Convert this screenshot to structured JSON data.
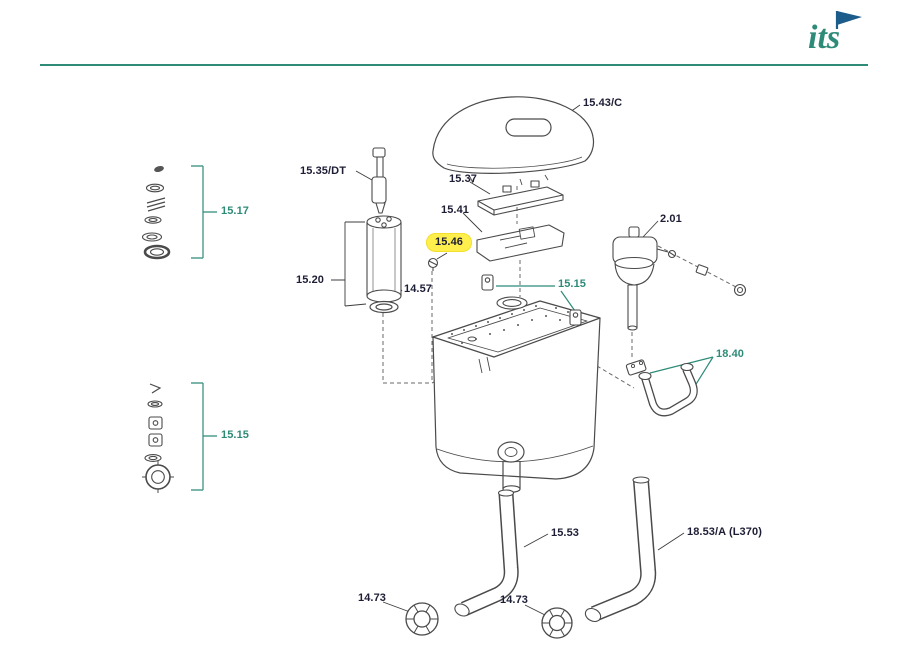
{
  "colors": {
    "accent_teal": "#2E8B78",
    "label_dark": "#1D1D35",
    "highlight_yellow": "#FFEF4D",
    "line_gray": "#4A4A4A"
  },
  "header": {
    "logo_text": "its"
  },
  "diagram": {
    "highlighted_part": "15.46",
    "labels": [
      {
        "part": "15.43/C",
        "text": "15.43/C",
        "style": "dark"
      },
      {
        "part": "15.35/DT",
        "text": "15.35/DT",
        "style": "dark"
      },
      {
        "part": "15.37",
        "text": "15.37",
        "style": "dark"
      },
      {
        "part": "15.41",
        "text": "15.41",
        "style": "dark"
      },
      {
        "part": "2.01",
        "text": "2.01",
        "style": "dark"
      },
      {
        "part": "15.46",
        "text": "15.46",
        "style": "dark-highlighted"
      },
      {
        "part": "15.20",
        "text": "15.20",
        "style": "dark"
      },
      {
        "part": "14.57",
        "text": "14.57",
        "style": "dark"
      },
      {
        "part": "15.15",
        "text": "15.15",
        "style": "teal"
      },
      {
        "part": "15.17",
        "text": "15.17",
        "style": "teal"
      },
      {
        "part": "15.15",
        "text": "15.15",
        "style": "teal"
      },
      {
        "part": "18.40",
        "text": "18.40",
        "style": "teal"
      },
      {
        "part": "15.53",
        "text": "15.53",
        "style": "dark"
      },
      {
        "part": "18.53/A (L370)",
        "text": "18.53/A (L370)",
        "style": "dark"
      },
      {
        "part": "14.73",
        "text": "14.73",
        "style": "dark"
      },
      {
        "part": "14.73",
        "text": "14.73",
        "style": "dark"
      }
    ]
  }
}
